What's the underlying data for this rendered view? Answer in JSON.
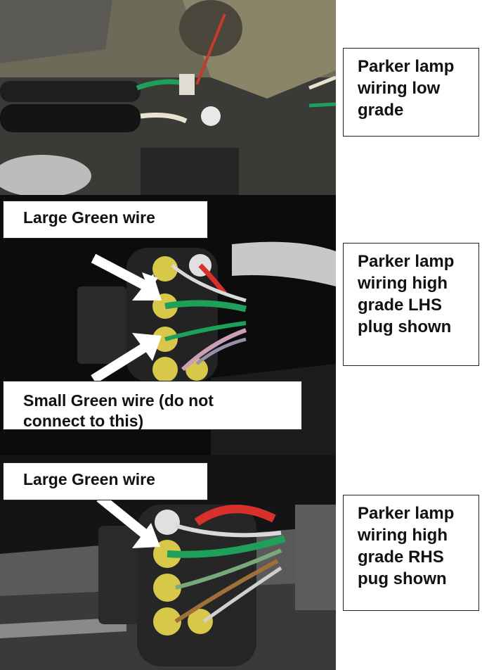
{
  "panels": {
    "top": {
      "label": "Parker lamp\nwiring low\ngrade"
    },
    "middle": {
      "label": "Parker lamp\nwiring high\ngrade LHS\nplug shown"
    },
    "bottom": {
      "label": "Parker lamp\nwiring high\ngrade RHS\npug shown"
    }
  },
  "callouts": {
    "large_green_1": "Large Green wire",
    "small_green": "Small Green wire (do not\nconnect to this)",
    "large_green_2": "Large Green wire"
  },
  "colors": {
    "wire_green": "#1fa05a",
    "wire_red": "#d8302a",
    "connector_yellow": "#d8c84a",
    "photo_dark": "#1a1a1a"
  }
}
